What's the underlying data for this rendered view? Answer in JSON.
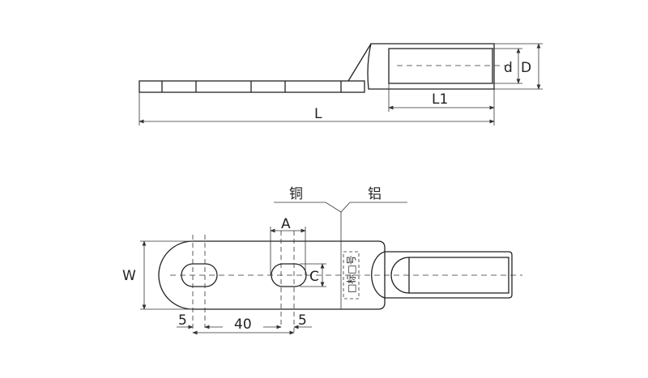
{
  "top_view": {
    "labels": {
      "L": "L",
      "L1": "L1",
      "d": "d",
      "D": "D"
    }
  },
  "plan_view": {
    "labels": {
      "copper": "铜",
      "aluminum": "铝",
      "W": "W",
      "A": "A",
      "C": "C",
      "dim_5_left": "5",
      "dim_40": "40",
      "dim_5_right": "5",
      "marking": "□标□号"
    }
  }
}
